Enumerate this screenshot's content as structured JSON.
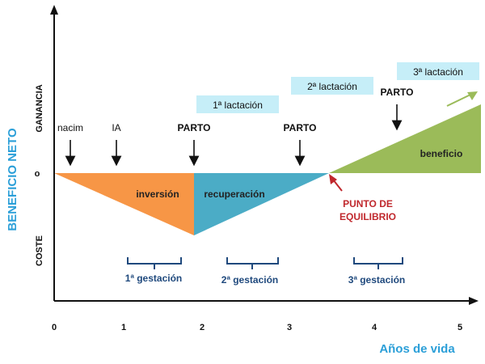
{
  "axes": {
    "y_title": "BENEFICIO NETO",
    "x_title": "Años de vida",
    "y_gain": "GANANCIA",
    "y_zero": "o",
    "y_cost": "COSTE",
    "x_ticks": [
      "0",
      "1",
      "2",
      "3",
      "4",
      "5"
    ]
  },
  "events": {
    "nacim": "nacim",
    "ia": "IA",
    "parto": "PARTO"
  },
  "regions": {
    "inversion": "inversión",
    "recuperacion": "recuperación",
    "beneficio": "beneficio"
  },
  "lactations": [
    "1ª lactación",
    "2ª lactación",
    "3ª lactación"
  ],
  "gestations": [
    "1ª gestación",
    "2ª gestación",
    "3ª gestación"
  ],
  "breakeven": [
    "PUNTO DE",
    "EQUILIBRIO"
  ],
  "colors": {
    "inversion": "#f79646",
    "recuperacion": "#4bacc6",
    "beneficio": "#9bbb59",
    "lactation_box": "#c6eef8",
    "accent_blue": "#2b9fd8",
    "dark_blue": "#1f497d",
    "red": "#c0282d"
  }
}
